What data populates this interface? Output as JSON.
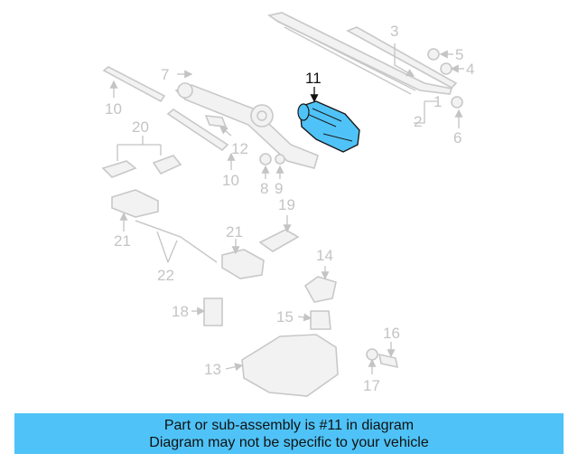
{
  "diagram": {
    "labels": [
      "1",
      "2",
      "3",
      "4",
      "5",
      "6",
      "7",
      "8",
      "9",
      "10",
      "10",
      "11",
      "12",
      "13",
      "14",
      "15",
      "16",
      "17",
      "18",
      "19",
      "20",
      "21",
      "21",
      "22"
    ],
    "highlighted_label": "11",
    "highlight_color": "#4fc3f7"
  },
  "banner": {
    "line1": "Part or sub-assembly is #11 in diagram",
    "line2": "Diagram may not be specific to your vehicle",
    "background": "#4fc3f7"
  }
}
